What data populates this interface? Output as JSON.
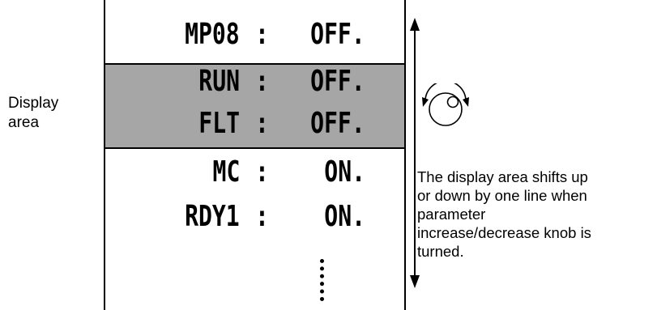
{
  "side_label": {
    "line1": "Display",
    "line2": "area"
  },
  "rows": [
    {
      "name": "MP08",
      "colon": ":",
      "value": "OFF."
    },
    {
      "name": "RUN",
      "colon": ":",
      "value": "OFF."
    },
    {
      "name": "FLT",
      "colon": ":",
      "value": "OFF."
    },
    {
      "name": "MC",
      "colon": ":",
      "value": "ON."
    },
    {
      "name": "RDY1",
      "colon": ":",
      "value": "ON."
    }
  ],
  "description": {
    "line1": "The display area shifts up",
    "line2": "or down by one line when",
    "line3": "parameter",
    "line4": "increase/decrease knob is",
    "line5": "turned."
  },
  "icons": {
    "shift_arrow": "double-headed-vertical-arrow",
    "knob": "rotary-knob-icon"
  },
  "colors": {
    "highlight": "#a6a6a6"
  }
}
